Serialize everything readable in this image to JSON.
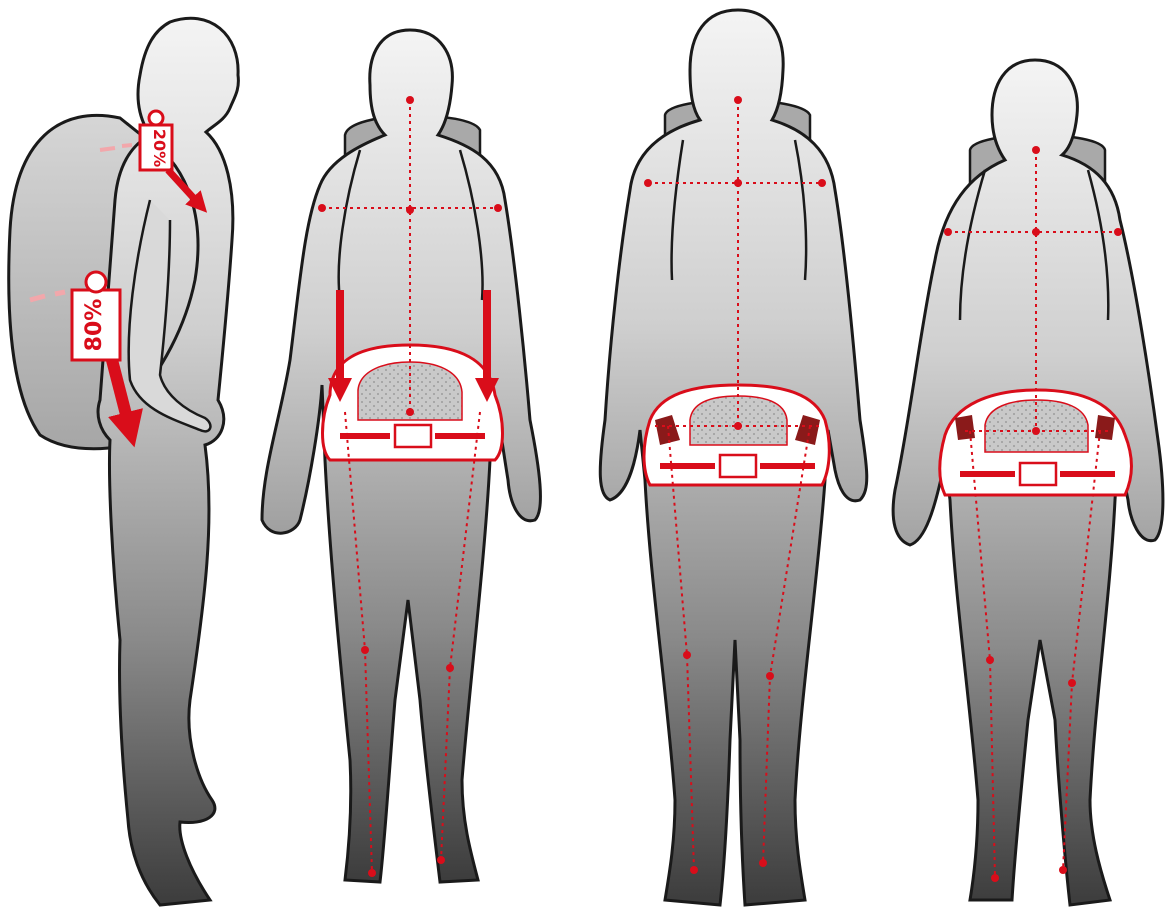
{
  "labels": {
    "shoulder_load": "20%",
    "hip_load": "80%"
  },
  "colors": {
    "accent": "#d90d1a",
    "accent_light": "#f2a7ab",
    "outline": "#1a1a1a",
    "figure_top": "#f2f2f2",
    "figure_bottom": "#3a3a3a",
    "pack": "#b7b7b7",
    "hipbelt_fill": "#ffffff",
    "lumbar_pad": "#bdbdbd"
  },
  "figures": [
    {
      "name": "side-view",
      "icon": "hiker-side-profile-icon"
    },
    {
      "name": "back-view-1",
      "icon": "hiker-back-view-icon"
    },
    {
      "name": "back-view-2",
      "icon": "hiker-back-view-icon"
    },
    {
      "name": "back-view-3",
      "icon": "hiker-back-view-icon"
    }
  ]
}
